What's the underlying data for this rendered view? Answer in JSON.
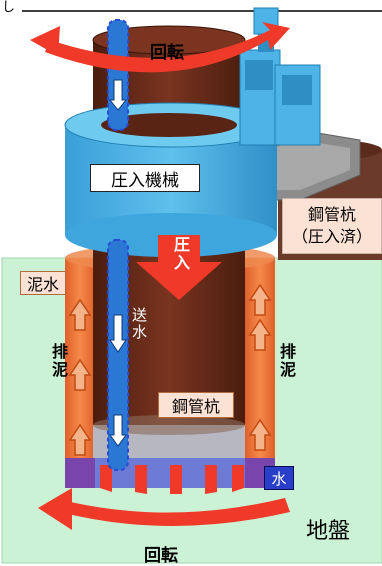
{
  "corner_glyph": "し",
  "labels": {
    "rotation_top": "回転",
    "press_machine": "圧入機械",
    "steel_pile_installed_line1": "鋼管杭",
    "steel_pile_installed_line2": "（圧入済）",
    "press_in": "圧入",
    "slurry": "泥水",
    "water_supply": "送水",
    "drainage_left": "排泥",
    "drainage_right": "排泥",
    "steel_pile": "鋼管杭",
    "water": "水",
    "ground": "地盤",
    "rotation_bottom": "回転"
  },
  "colors": {
    "ground": "#ccf2d6",
    "pile_brown": "#6b2e1a",
    "pile_dark": "#4a1d0e",
    "machine_blue": "#4eb3e6",
    "machine_dark": "#2d8fc4",
    "installed_pile": "#6b3a2a",
    "gray_frame": "#8c8c8c",
    "slurry_orange": "#f07a35",
    "slurry_orange_dark": "#e0602a",
    "arrow_red": "#ef3a2a",
    "pipe_blue": "#2a78d4",
    "label_pink": "#fbe2d4"
  }
}
